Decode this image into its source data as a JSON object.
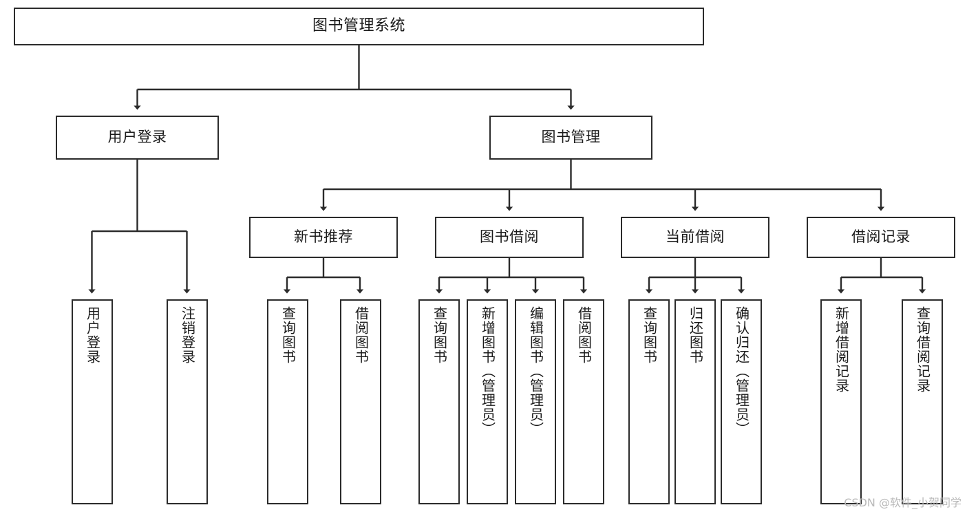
{
  "diagram": {
    "type": "tree-hierarchy",
    "title": "图书管理系统",
    "watermark": "CSDN @软件_小贺同学",
    "colors": {
      "border": "#2b2b2b",
      "background": "#ffffff",
      "text": "#1a1a1a",
      "connector": "#2b2b2b",
      "watermark": "#b9b9b9"
    },
    "root": {
      "label": "图书管理系统"
    },
    "level2": [
      {
        "id": "user-login",
        "label": "用户登录"
      },
      {
        "id": "book-manage",
        "label": "图书管理"
      }
    ],
    "level3": [
      {
        "id": "new-book-recommend",
        "label": "新书推荐"
      },
      {
        "id": "book-borrow",
        "label": "图书借阅"
      },
      {
        "id": "current-borrow",
        "label": "当前借阅"
      },
      {
        "id": "borrow-record",
        "label": "借阅记录"
      }
    ],
    "leaves": {
      "user_login": [
        {
          "id": "leaf-user-login",
          "label": "用户登录"
        },
        {
          "id": "leaf-logout-login",
          "label": "注销登录"
        }
      ],
      "new_book_recommend": [
        {
          "id": "leaf-query-book-1",
          "label": "查询图书"
        },
        {
          "id": "leaf-borrow-book-1",
          "label": "借阅图书"
        }
      ],
      "book_borrow": [
        {
          "id": "leaf-query-book-2",
          "label": "查询图书"
        },
        {
          "id": "leaf-add-book",
          "label": "新增图书（管理员）"
        },
        {
          "id": "leaf-edit-book",
          "label": "编辑图书（管理员）"
        },
        {
          "id": "leaf-borrow-book-2",
          "label": "借阅图书"
        }
      ],
      "current_borrow": [
        {
          "id": "leaf-query-book-3",
          "label": "查询图书"
        },
        {
          "id": "leaf-return-book",
          "label": "归还图书"
        },
        {
          "id": "leaf-confirm-return",
          "label": "确认归还（管理员）"
        }
      ],
      "borrow_record": [
        {
          "id": "leaf-add-record",
          "label": "新增借阅记录"
        },
        {
          "id": "leaf-query-record",
          "label": "查询借阅记录"
        }
      ]
    }
  }
}
